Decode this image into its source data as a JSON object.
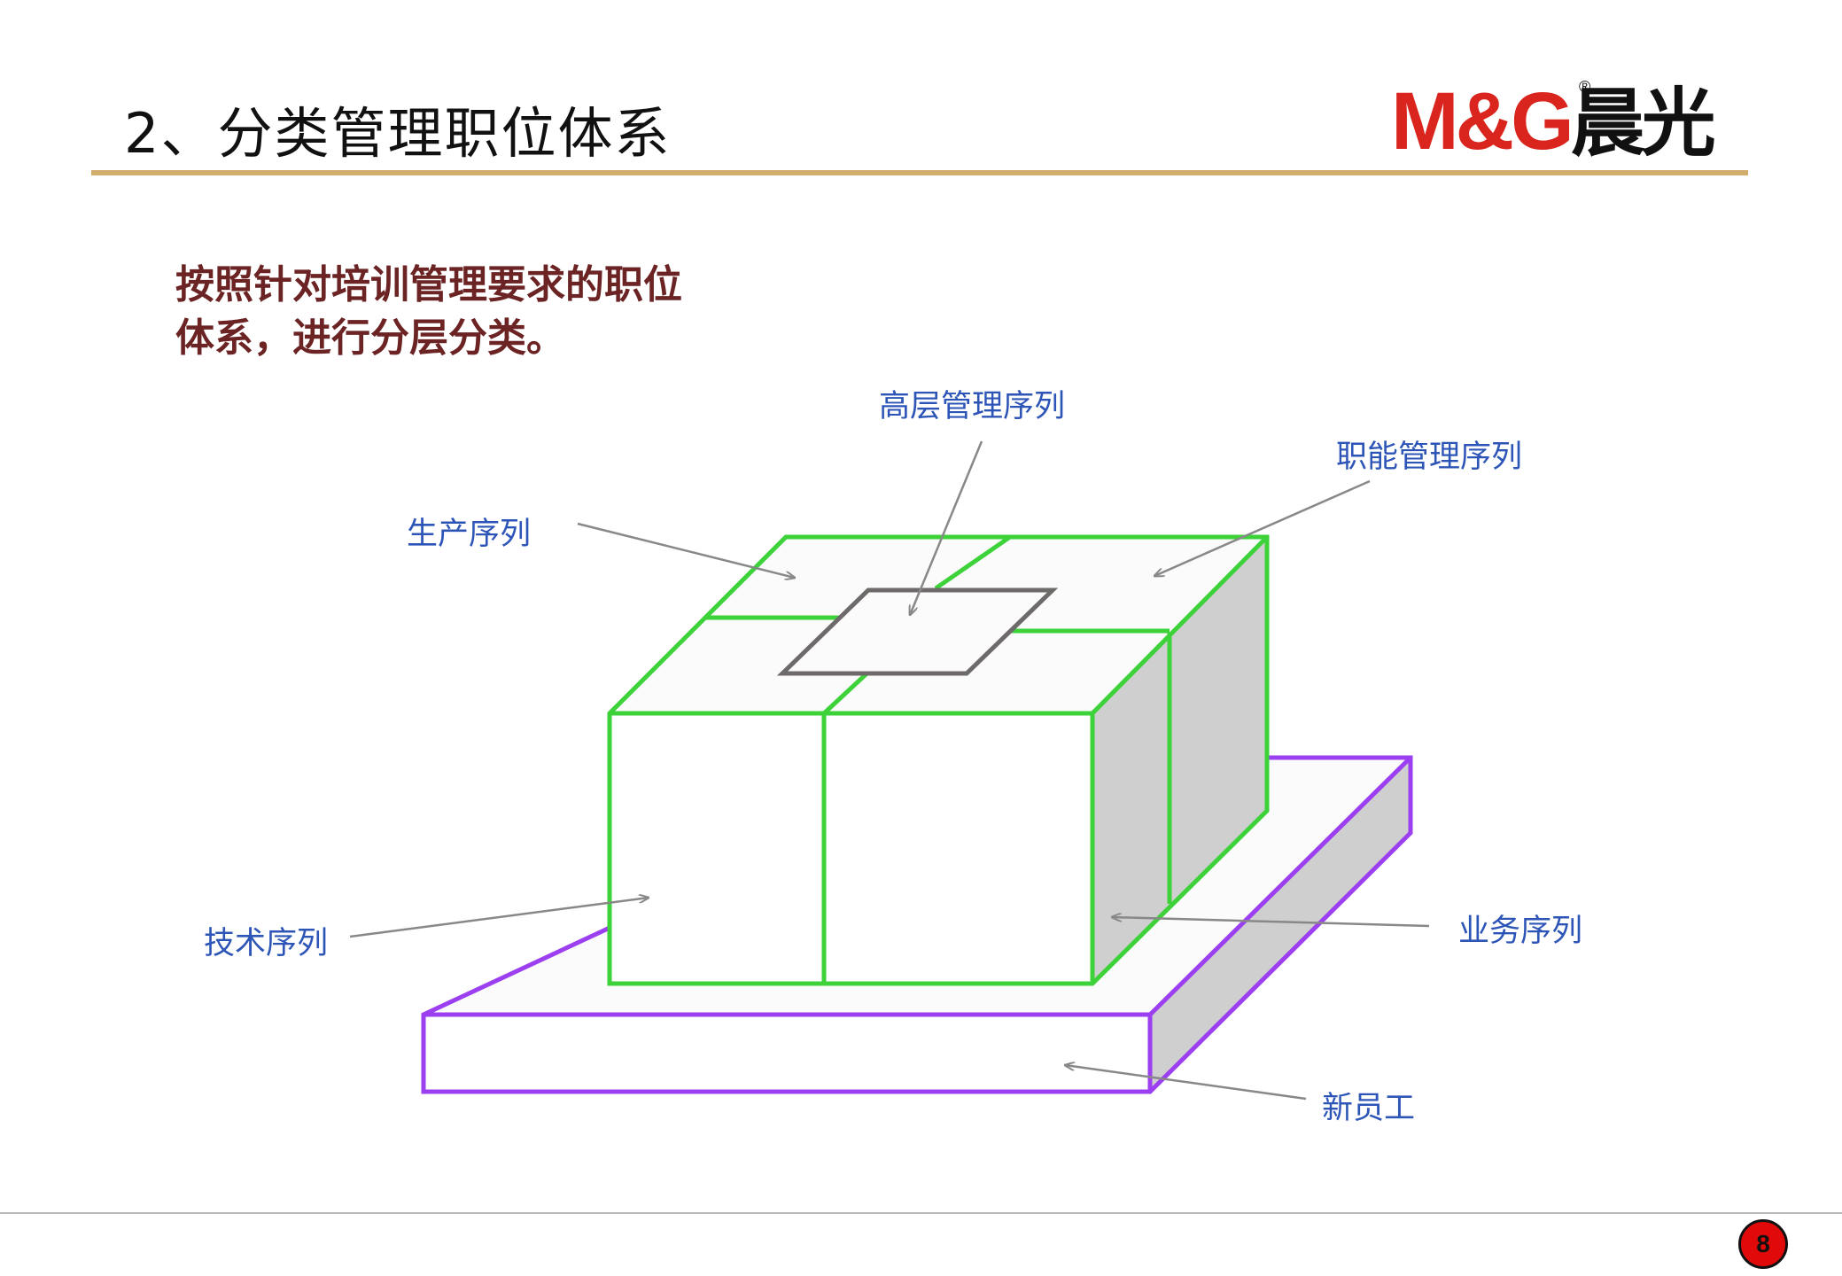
{
  "slide": {
    "title": "2、分类管理职位体系",
    "page_number": "8"
  },
  "logo": {
    "text": "M&G晨光",
    "registered_mark": "®",
    "colors": {
      "mg": "#d9251d",
      "cn": "#111111"
    }
  },
  "intro": {
    "line1": "按照针对培训管理要求的职位",
    "line2": "体系，进行分层分类。"
  },
  "diagram": {
    "labels": {
      "senior": "高层管理序列",
      "functional": "职能管理序列",
      "production": "生产序列",
      "technical": "技术序列",
      "business": "业务序列",
      "new_staff": "新员工"
    },
    "colors": {
      "outer_box": "#3ed23a",
      "base_slab": "#9b3ff0",
      "core_square": "#6e6a6a",
      "side_fill": "#cfcfcf",
      "top_fill": "#fbfbfb",
      "arrow": "#888888",
      "label_text": "#2d55b8",
      "title_rule": "#d2ae6d",
      "intro_text": "#6b2323"
    }
  }
}
